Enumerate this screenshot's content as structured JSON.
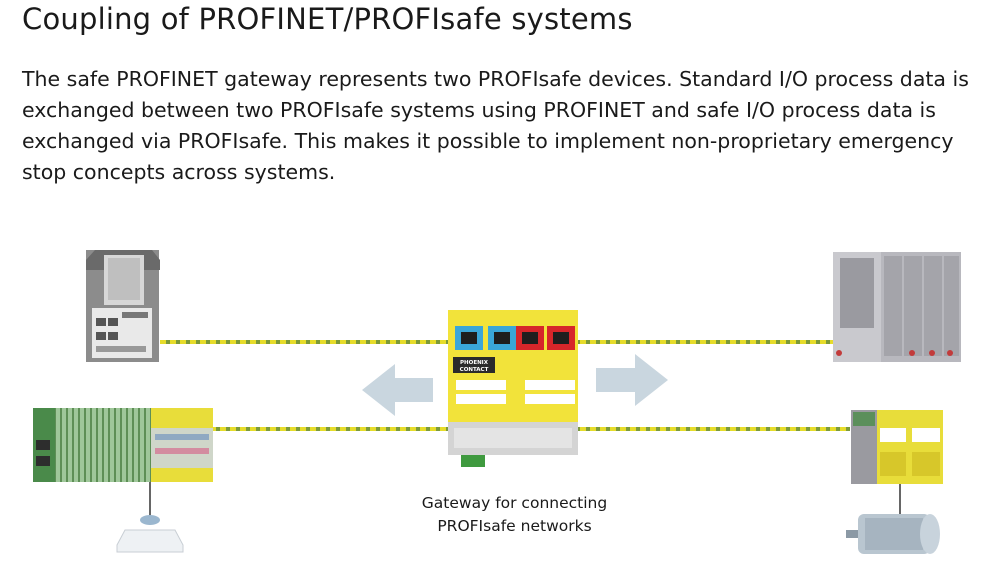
{
  "title": "Coupling of PROFINET/PROFIsafe systems",
  "intro": "The safe PROFINET gateway represents two PROFIsafe devices. Standard I/O process data is exchanged between two PROFIsafe systems using PROFINET and safe I/O process data is exchanged via PROFIsafe. This makes it possible to implement non-proprietary emergency stop concepts across systems.",
  "caption_line1": "Gateway for connecting",
  "caption_line2": "PROFIsafe networks",
  "gateway": {
    "brand_line1": "PHOENIX",
    "brand_line2": "CONTACT"
  },
  "colors": {
    "bus_yellow": "#e6dc2a",
    "bus_green": "#7c9a3a",
    "arrow": "#c9d6df",
    "gateway_yellow": "#f2e33a",
    "port_blue": "#3aa6d8",
    "port_red": "#d6262a"
  }
}
